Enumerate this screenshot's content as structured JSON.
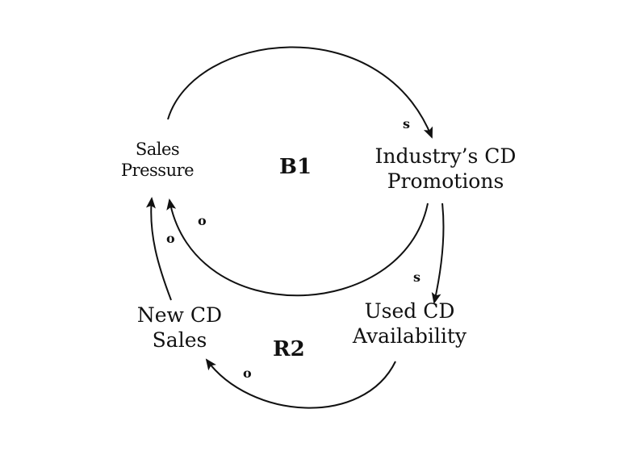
{
  "nodes": {
    "sales_pressure": {
      "lines": [
        "Sales",
        "Pressure"
      ]
    },
    "cd_promotions": {
      "lines": [
        "Industry’s CD",
        "Promotions"
      ]
    },
    "used_cd": {
      "lines": [
        "Used CD",
        "Availability"
      ]
    },
    "new_cd_sales": {
      "lines": [
        "New CD",
        "Sales"
      ]
    }
  },
  "loops": {
    "b1": "B1",
    "r2": "R2"
  },
  "links": {
    "pressure_to_promotions": {
      "polarity": "s"
    },
    "promotions_to_pressure": {
      "polarity": "o"
    },
    "promotions_to_used": {
      "polarity": "s"
    },
    "used_to_new": {
      "polarity": "o"
    },
    "new_to_pressure": {
      "polarity": "o"
    }
  },
  "colors": {
    "ink": "#111111",
    "background": "#ffffff"
  }
}
